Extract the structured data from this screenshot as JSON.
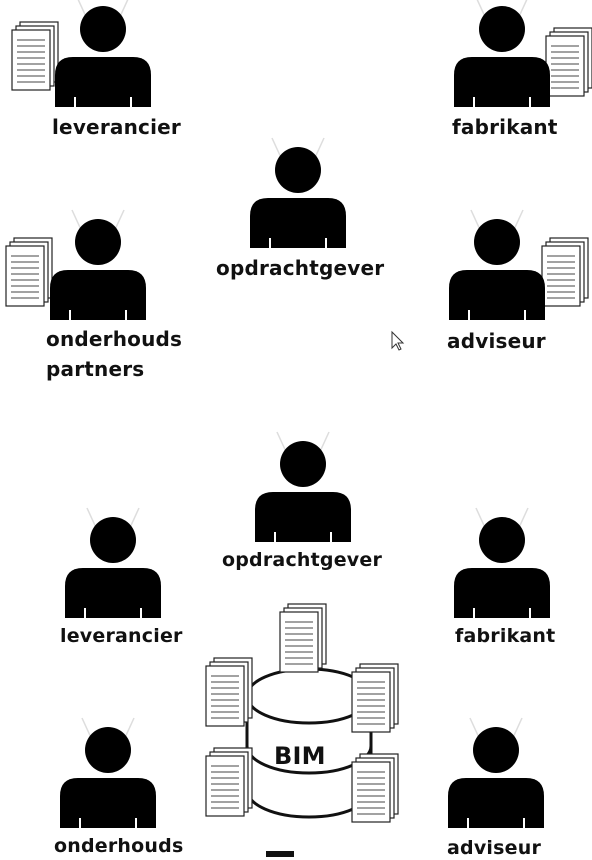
{
  "top": {
    "leverancier": "leverancier",
    "fabrikant": "fabrikant",
    "opdrachtgever": "opdrachtgever",
    "onderhouds_line1": "onderhouds",
    "onderhouds_line2": "partners",
    "adviseur": "adviseur"
  },
  "bottom": {
    "opdrachtgever": "opdrachtgever",
    "leverancier": "leverancier",
    "fabrikant": "fabrikant",
    "onderhouds": "onderhouds",
    "adviseur": "adviseur",
    "bim_label": "BIM"
  },
  "colors": {
    "figure": "#000000",
    "text": "#111111",
    "ring": "#111111",
    "doc_line": "#444444"
  },
  "icons": [
    "person-icon",
    "document-stack-icon",
    "bim-database-icon",
    "mouse-cursor-icon"
  ]
}
